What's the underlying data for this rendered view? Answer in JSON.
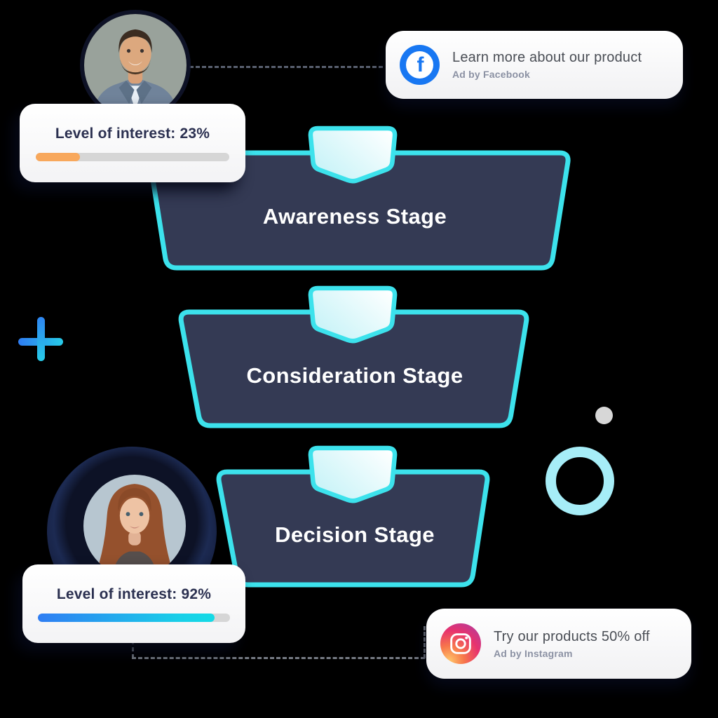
{
  "background_color": "#000000",
  "theme": {
    "funnel_fill": "#343A54",
    "funnel_border": "#3CE2EC",
    "badge_gradient_start": "#C3F2F7",
    "badge_gradient_end": "#FDFFFF",
    "card_text": "#2B3050",
    "progress_track": "#D6D6D6",
    "progress_orange": "#F8A85C",
    "progress_blue": "#2F7DF3",
    "progress_teal": "#19CFE8",
    "facebook_blue": "#1877F2",
    "ad_title_color": "#4A4E55",
    "ad_subtitle_color": "#8B91A3"
  },
  "funnel": {
    "stages": [
      {
        "label": "Awareness Stage"
      },
      {
        "label": "Consideration Stage"
      },
      {
        "label": "Decision Stage"
      }
    ]
  },
  "interest_cards": [
    {
      "label": "Level of interest: 23%",
      "progress_pct": 23
    },
    {
      "label": "Level of interest: 92%",
      "progress_pct": 92
    }
  ],
  "ads": [
    {
      "platform_icon": "facebook-icon",
      "icon_letter": "f",
      "title": "Learn more about our product",
      "subtitle": "Ad by Facebook"
    },
    {
      "platform_icon": "instagram-icon",
      "title": "Try our products 50% off",
      "subtitle": "Ad by Instagram"
    }
  ]
}
